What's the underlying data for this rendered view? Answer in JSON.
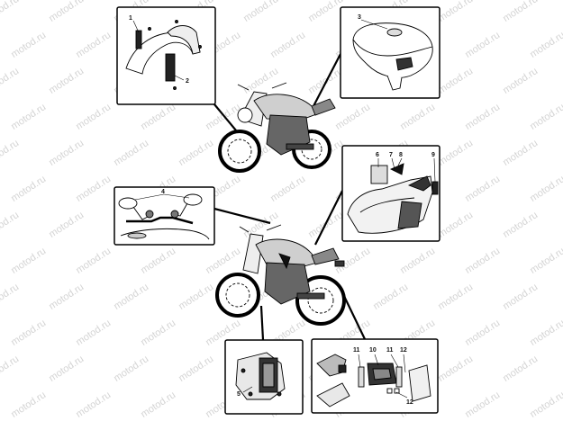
{
  "watermark": "motod.ru",
  "panels": {
    "front_fender": {
      "labels": [
        "1",
        "2"
      ]
    },
    "fuel_tank": {
      "labels": [
        "3"
      ]
    },
    "mirrors": {
      "labels": [
        "4"
      ]
    },
    "seat_area": {
      "labels": [
        "6",
        "7",
        "8",
        "9"
      ]
    },
    "side_cover": {
      "labels": [
        "5"
      ]
    },
    "tail_parts": {
      "labels": [
        "11",
        "10",
        "11",
        "12",
        "12"
      ]
    }
  }
}
